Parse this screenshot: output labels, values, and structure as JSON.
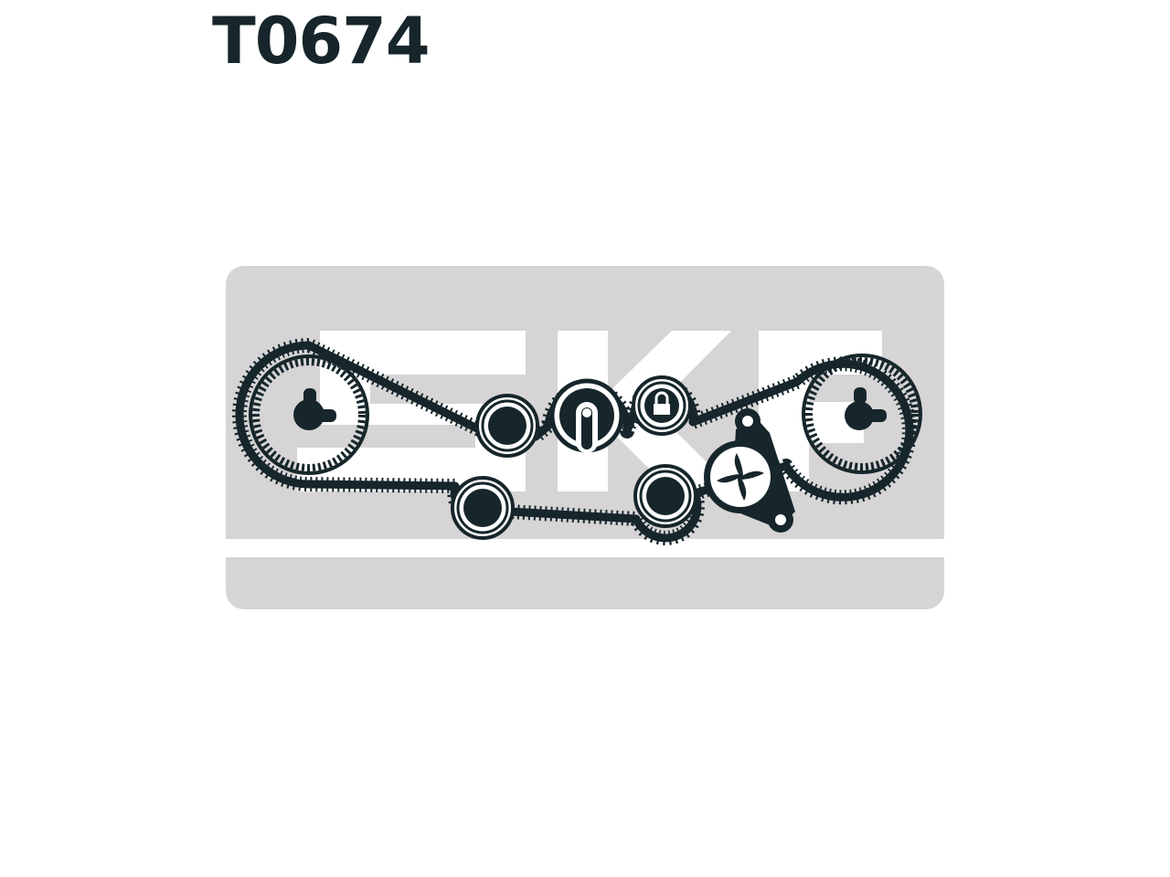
{
  "header": {
    "part_number": "T0674"
  },
  "logo": {
    "text": "SKF"
  },
  "diagram": {
    "components": [
      "left-camshaft-sprocket",
      "right-camshaft-sprocket",
      "upper-idler-pulley-left",
      "tensioner-pulley",
      "upper-idler-pulley-right",
      "lower-idler-pulley-left",
      "lower-idler-pulley-right",
      "water-pump",
      "timing-belt"
    ]
  },
  "colors": {
    "ink": "#16262b",
    "panel": "#d6d4d5",
    "background": "#ffffff"
  }
}
